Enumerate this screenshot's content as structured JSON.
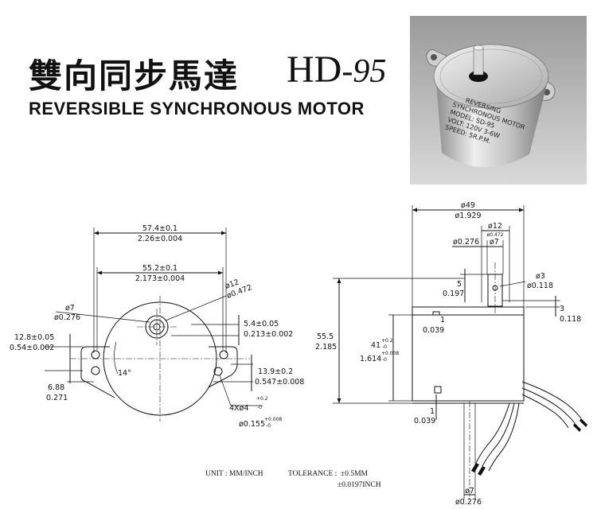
{
  "title": {
    "chinese": "雙向同步馬達",
    "model_prefix": "HD",
    "model_suffix": "-95",
    "english": "REVERSIBLE SYNCHRONOUS MOTOR"
  },
  "photo": {
    "label_lines": [
      "REVERSING",
      "SYNCHRONOUS MOTOR",
      "MODEL: SD-95",
      "VOLT: 120V  3-6W",
      "SPEED: 5R.P.M."
    ]
  },
  "front_view": {
    "width_outer_mm": "57.4±0.1",
    "width_outer_in": "2.26±0.004",
    "width_inner_mm": "55.2±0.1",
    "width_inner_in": "2.173±0.004",
    "shaft_d12_mm": "ø12",
    "shaft_d12_in": "ø0.472",
    "shaft_d7_mm": "ø7",
    "shaft_d7_in": "ø0.276",
    "offset_mm": "5.4±0.05",
    "offset_in": "0.213±0.002",
    "left_h_mm": "12.8±0.05",
    "left_h_in": "0.54±0.002",
    "ear_mm": "6.88",
    "ear_in": "0.271",
    "angle": "14°",
    "right_mm": "13.9±0.2",
    "right_in": "0.547±0.008",
    "holes_label": "4Xø4",
    "holes_tol_up": "+0.2",
    "holes_tol_down": "-0",
    "holes_in": "ø0.155",
    "holes_in_tol_up": "+0.008",
    "holes_in_tol_down": "-0"
  },
  "side_view": {
    "dia_mm": "ø49",
    "dia_in": "ø1.929",
    "hub_mm": "ø12",
    "hub_in": "ø0.472",
    "shaft_in": "ø0.276",
    "shaft_mm": "ø7",
    "hole_mm": "ø3",
    "hole_in": "ø0.118",
    "top_mm": "5",
    "top_in": "0.197",
    "flat_mm": "3",
    "flat_in": "0.118",
    "step_mm": "1",
    "step_in": "0.039",
    "height_mm": "55.5",
    "height_in": "2.185",
    "body_mm": "41",
    "body_mm_tol_up": "+0.2",
    "body_mm_tol_down": "-0",
    "body_in": "1.614",
    "body_in_tol_up": "+0.008",
    "body_in_tol_down": "-0",
    "bottom_mm": "1",
    "bottom_in": "0.039",
    "lead_mm": "ø7",
    "lead_in": "ø0.276"
  },
  "footer": {
    "unit": "UNIT : MM/INCH",
    "tolerance_label": "TOLERANCE :",
    "tolerance_mm": "±0.5MM",
    "tolerance_in": "±0.0197INCH"
  }
}
